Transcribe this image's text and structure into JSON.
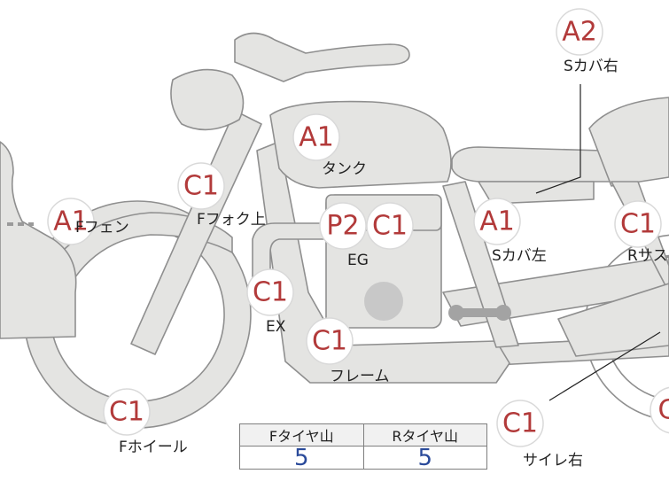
{
  "badges": {
    "a2_top": "A2",
    "a1_tank": "A1",
    "c1_fork": "C1",
    "a1_ffender": "A1",
    "p2_engine": "P2",
    "c1_engine": "C1",
    "a1_scover_left": "A1",
    "c1_rsus": "C1",
    "c1_ex": "C1",
    "c1_frame": "C1",
    "c1_fwheel": "C1",
    "c1_silencer_right": "C1",
    "c1_edge_right": "C"
  },
  "labels": {
    "scover_right": "Sカバ右",
    "tank": "タンク",
    "ffork_upper": "Fフォク上",
    "ffender": "Fフェン",
    "eg": "EG",
    "scover_left": "Sカバ左",
    "rsus": "Rサス",
    "ex": "EX",
    "frame": "フレーム",
    "fwheel": "Fホイール",
    "silencer_right": "サイレ右"
  },
  "tire_table": {
    "headers": [
      "Fタイヤ山",
      "Rタイヤ山"
    ],
    "values": [
      "5",
      "5"
    ]
  }
}
